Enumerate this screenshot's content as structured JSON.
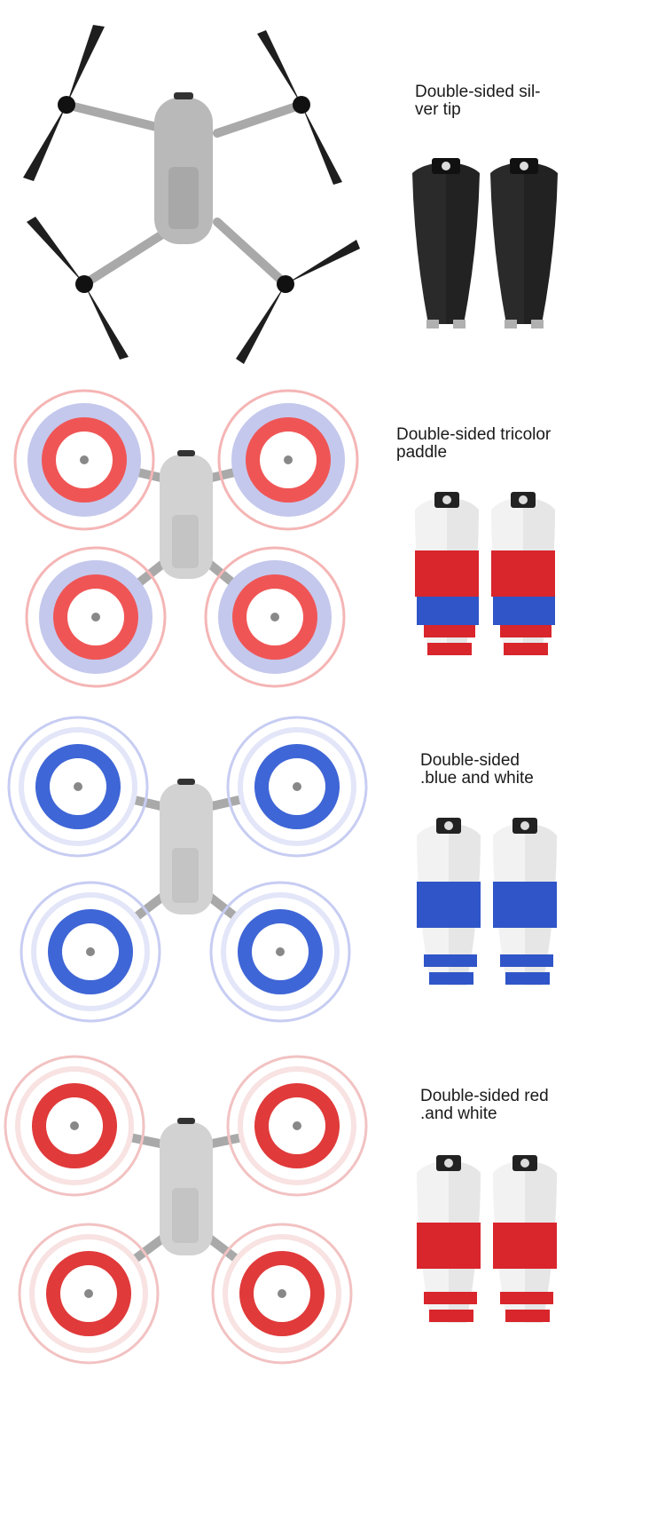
{
  "products": [
    {
      "caption": "Double-sided sil-\nver tip",
      "style": "silver-tip",
      "colors": {
        "blade": "#2a2a2a",
        "tip": "#b0b0b0"
      }
    },
    {
      "caption": "Double-sided tricolor\npaddle",
      "style": "tricolor",
      "colors": {
        "white": "#f2f2f2",
        "red": "#d8262c",
        "blue": "#2f55c8"
      }
    },
    {
      "caption": "Double-sided\n.blue and white",
      "style": "blue-white",
      "colors": {
        "white": "#f2f2f2",
        "blue": "#2f55c8"
      }
    },
    {
      "caption": "Double-sided red\n.and white",
      "style": "red-white",
      "colors": {
        "white": "#f2f2f2",
        "red": "#d8262c"
      }
    }
  ]
}
